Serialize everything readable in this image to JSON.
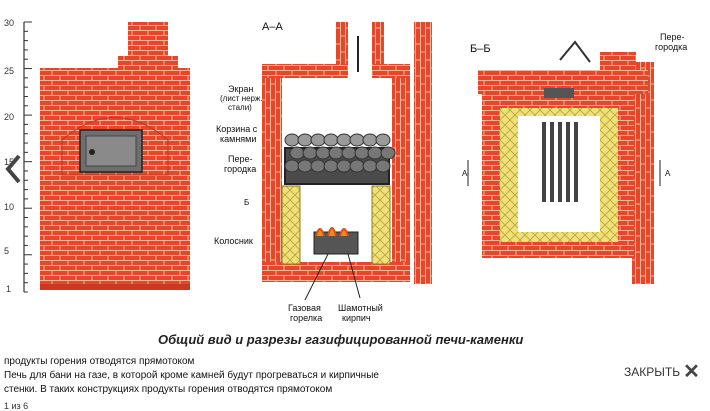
{
  "figure": {
    "caption": "Общий вид и разрезы газифицированной печи-каменки",
    "section_aa": "А–А",
    "section_bb": "Б–Б",
    "ruler": [
      "30",
      "25",
      "20",
      "15",
      "10",
      "5",
      "1"
    ],
    "labels": {
      "screen": [
        "Экран",
        "(лист нерж.",
        "стали)"
      ],
      "basket": [
        "Корзина с",
        "камнями"
      ],
      "partition": [
        "Пере-",
        "городка"
      ],
      "partition2": [
        "Пере-",
        "городка"
      ],
      "grate": "Колосник",
      "burner": [
        "Газовая",
        "горелка"
      ],
      "brick": [
        "Шамотный",
        "кирпич"
      ],
      "mark_b": "Б",
      "mark_a": "А"
    }
  },
  "caption_lines": [
    "продукты горения отводятся прямотоком",
    "Печь для бани на газе, в которой кроме камней будут прогреваться и кирпичные",
    "стенки. В таких конструкциях продукты горения отводятся прямотоком"
  ],
  "close_label": "ЗАКРЫТЬ",
  "counter": "1 из 6",
  "colors": {
    "brick": "#e8462a",
    "mortar": "#f3b08f",
    "fireclay": "#efe07a",
    "dark": "#333333"
  }
}
